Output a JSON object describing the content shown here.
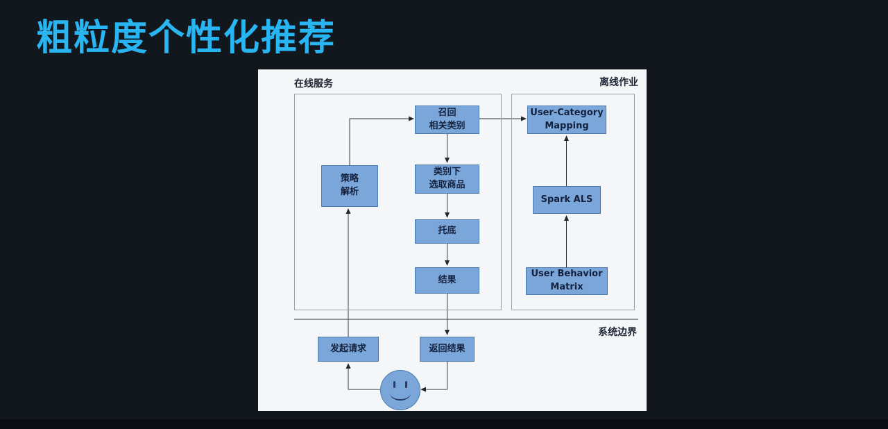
{
  "slide": {
    "title": "粗粒度个性化推荐"
  },
  "diagram": {
    "regions": {
      "online": "在线服务",
      "offline": "离线作业",
      "boundary": "系统边界"
    },
    "nodes": {
      "recall": {
        "lines": [
          "召回",
          "相关类别"
        ]
      },
      "strategy": {
        "lines": [
          "策略",
          "解析"
        ]
      },
      "select_items": {
        "lines": [
          "类别下",
          "选取商品"
        ]
      },
      "fallback": {
        "label": "托底"
      },
      "result": {
        "label": "结果"
      },
      "user_category_mapping": {
        "lines": [
          "User-Category",
          "Mapping"
        ]
      },
      "spark_als": {
        "label": "Spark ALS"
      },
      "user_behavior_matrix": {
        "lines": [
          "User Behavior",
          "Matrix"
        ]
      },
      "send_request": {
        "label": "发起请求"
      },
      "return_result": {
        "label": "返回结果"
      }
    },
    "icons": {
      "user": "smiley-face-icon"
    },
    "colors": {
      "title": "#29b5f2",
      "background": "#12161d",
      "panel": "#f5f6f8",
      "node_fill": "#7aa6d9",
      "node_border": "#4a7ab2"
    }
  }
}
